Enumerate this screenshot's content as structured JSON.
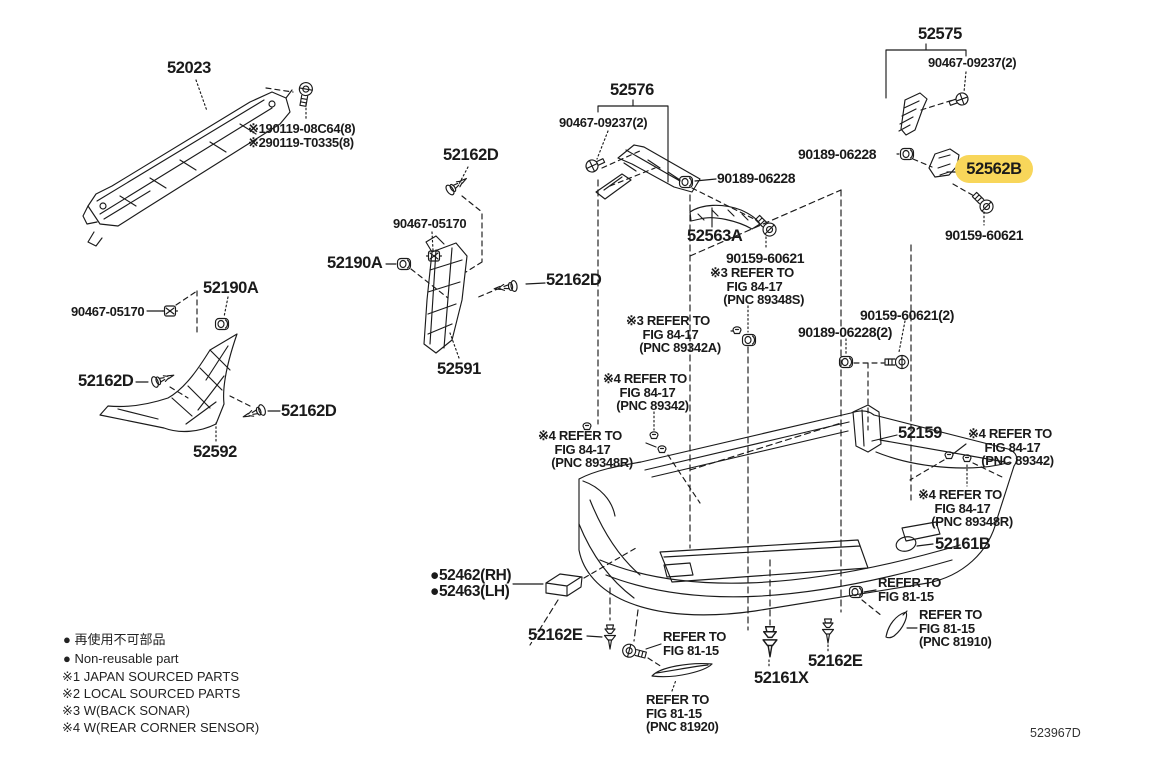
{
  "meta": {
    "doc_id": "523967D"
  },
  "highlight": {
    "part": "52562B",
    "color": "#F8D65A"
  },
  "labels": {
    "p52023": "52023",
    "note1_bolt": "※190119-08C64(8)",
    "note2_bolt": "※290119-T0335(8)",
    "p52575": "52575",
    "p90467_09237_r": "90467-09237(2)",
    "p52576": "52576",
    "p90467_09237_m": "90467-09237(2)",
    "p90189_06228_r": "90189-06228",
    "p52562B": "52562B",
    "p90159_60621_r": "90159-60621",
    "p90189_06228_m": "90189-06228",
    "p52563A": "52563A",
    "p90159_60621_m": "90159-60621",
    "p52162D_top": "52162D",
    "p90467_05170_m": "90467-05170",
    "p52190A_m": "52190A",
    "p52162D_mr": "52162D",
    "p52591": "52591",
    "p90467_05170_l": "90467-05170",
    "p52190A_l": "52190A",
    "p52162D_l": "52162D",
    "p52162D_lr": "52162D",
    "p52592": "52592",
    "ref3_89348S": "※3 REFER TO\n     FIG 84-17\n    (PNC 89348S)",
    "ref3_89342A": "※3 REFER TO\n     FIG 84-17\n    (PNC 89342A)",
    "ref4_89342_m": "※4 REFER TO\n     FIG 84-17\n    (PNC 89342)",
    "p90159_60621_2": "90159-60621(2)",
    "p90189_06228_2": "90189-06228(2)",
    "p52159": "52159",
    "ref4_89342_r": "※4 REFER TO\n     FIG 84-17\n    (PNC 89342)",
    "ref4_89348R_r": "※4 REFER TO\n     FIG 84-17\n    (PNC 89348R)",
    "ref4_89348R_l": "※4 REFER TO\n     FIG 84-17\n    (PNC 89348R)",
    "p52161B": "52161B",
    "p52462": "●52462(RH)",
    "p52463": "●52463(LH)",
    "p52162E_l": "52162E",
    "ref81_15_m": "REFER TO\nFIG 81-15",
    "ref81_81920": "REFER TO\nFIG 81-15\n(PNC 81920)",
    "p52161X": "52161X",
    "p52162E_r": "52162E",
    "ref81_15_r": "REFER TO\nFIG 81-15",
    "ref81_81910": "REFER TO\nFIG 81-15\n(PNC 81910)"
  },
  "legend": {
    "nonreusable_jp": "● 再使用不可部品",
    "nonreusable_en": "● Non-reusable part",
    "note1": "※1 JAPAN SOURCED PARTS",
    "note2": "※2 LOCAL SOURCED PARTS",
    "note3": "※3 W(BACK SONAR)",
    "note4": "※4 W(REAR CORNER SENSOR)"
  }
}
